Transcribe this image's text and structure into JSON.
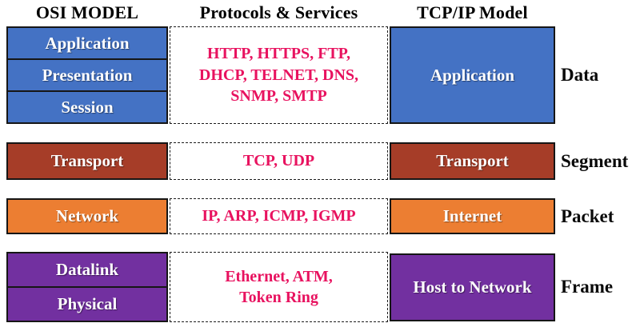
{
  "title_row": {
    "osi": "OSI MODEL",
    "protocols": "Protocols & Services",
    "tcpip": "TCP/IP Model"
  },
  "colors": {
    "blue": "#4472C4",
    "brick": "#A63D28",
    "orange": "#EC7E32",
    "purple": "#7230A0",
    "pink": "#E8125F"
  },
  "rows": [
    {
      "osi_layers": [
        "Application",
        "Presentation",
        "Session"
      ],
      "protocol_lines": [
        "HTTP, HTTPS, FTP,",
        "DHCP, TELNET, DNS,",
        "SNMP, SMTP"
      ],
      "tcpip_layer": "Application",
      "data_unit": "Data"
    },
    {
      "osi_layers": [
        "Transport"
      ],
      "protocol_lines": [
        "TCP, UDP"
      ],
      "tcpip_layer": "Transport",
      "data_unit": "Segment"
    },
    {
      "osi_layers": [
        "Network"
      ],
      "protocol_lines": [
        "IP, ARP, ICMP, IGMP"
      ],
      "tcpip_layer": "Internet",
      "data_unit": "Packet"
    },
    {
      "osi_layers": [
        "Datalink",
        "Physical"
      ],
      "protocol_lines": [
        "Ethernet, ATM,",
        "Token Ring"
      ],
      "tcpip_layer": "Host to Network",
      "data_unit": "Frame"
    }
  ]
}
